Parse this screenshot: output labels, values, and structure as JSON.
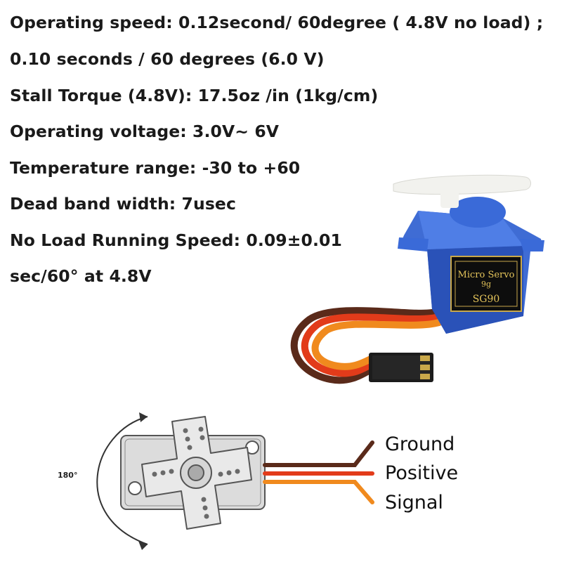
{
  "specs": [
    "Operating speed: 0.12second/ 60degree ( 4.8V no load) ;",
    "0.10 seconds / 60 degrees (6.0 V)",
    "Stall Torque (4.8V): 17.5oz /in (1kg/cm)",
    "Operating voltage: 3.0V~ 6V",
    "Temperature range: -30 to +60",
    "Dead band width: 7usec",
    "No Load Running Speed: 0.09±0.01",
    "sec/60° at 4.8V"
  ],
  "servo_label": {
    "line1": "Micro Servo",
    "line2": "9g",
    "line3": "SG90"
  },
  "diagram": {
    "angle": "180°",
    "wires": [
      "Ground",
      "Positive",
      "Signal"
    ]
  },
  "colors": {
    "servo_body": "#2f5fd0",
    "wire_brown": "#5a2a1a",
    "wire_red": "#e23b1a",
    "wire_orange": "#f08a1e",
    "horn_white": "#f2f2ee"
  }
}
